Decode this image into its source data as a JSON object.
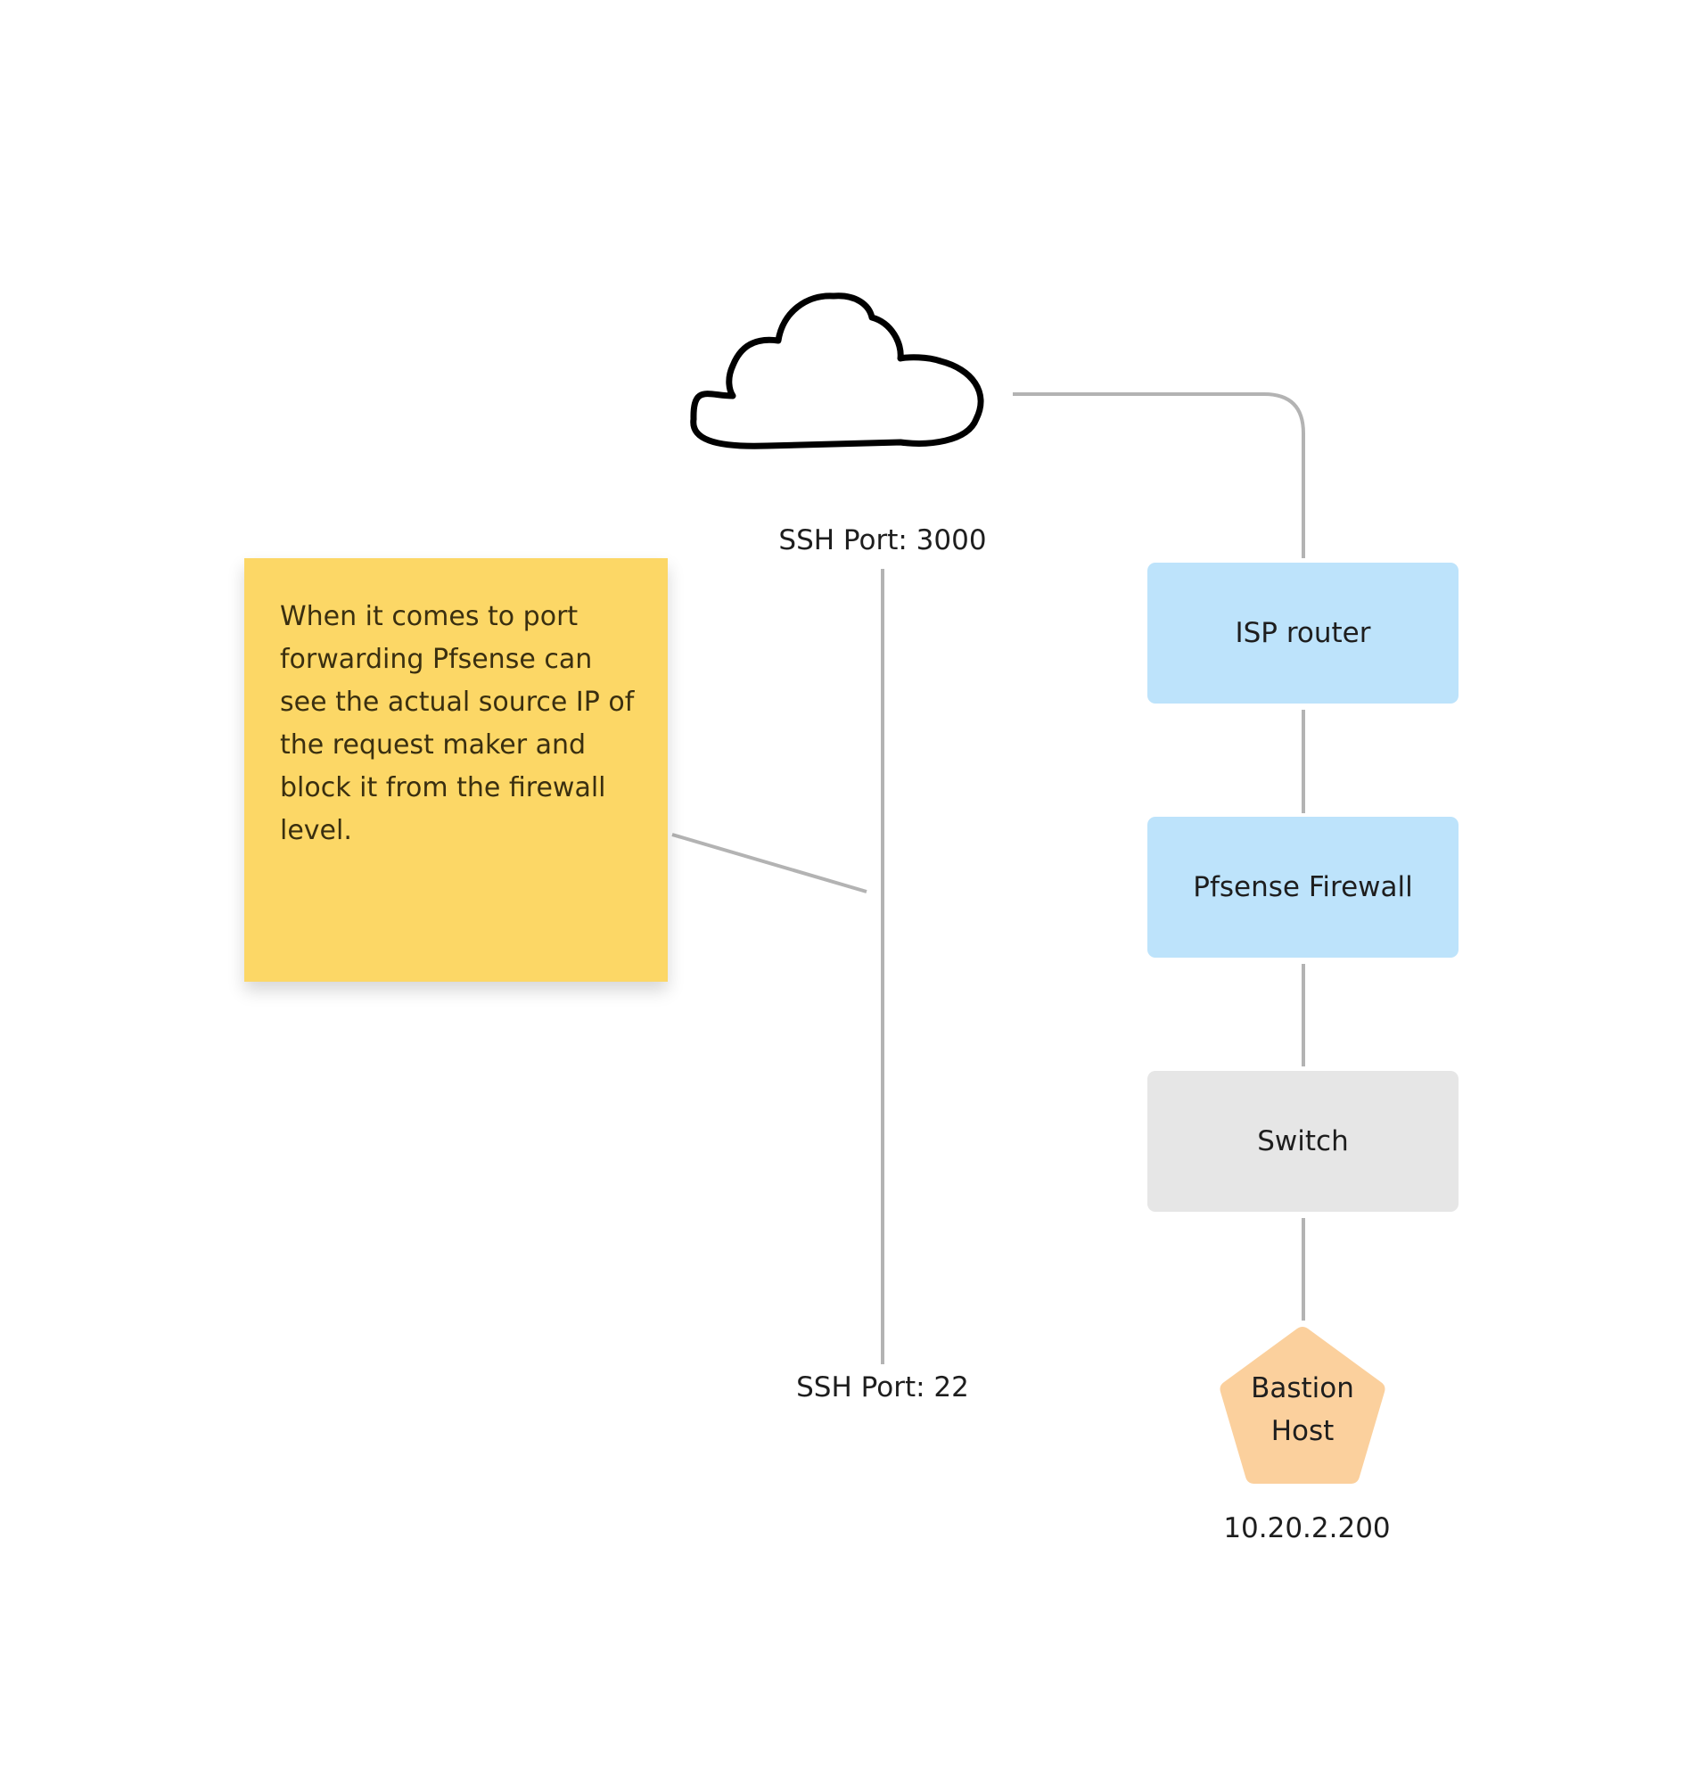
{
  "diagram": {
    "cloud_icon": "cloud-icon",
    "nodes": {
      "isp_router": "ISP router",
      "pfsense_firewall": "Pfsense Firewall",
      "switch": "Switch",
      "bastion_host_line1": "Bastion",
      "bastion_host_line2": "Host"
    },
    "labels": {
      "ssh_port_external": "SSH Port: 3000",
      "ssh_port_internal": "SSH Port: 22",
      "bastion_ip": "10.20.2.200"
    },
    "sticky_note": {
      "text": "When it comes to port forwarding Pfsense can see the actual source IP of the request maker and block it from the firewall level."
    },
    "colors": {
      "node_blue": "#bde3fb",
      "node_grey": "#e6e6e6",
      "bastion_orange": "#fbd09d",
      "sticky_yellow": "#fcd766",
      "connector_grey": "#b3b3b3"
    }
  }
}
